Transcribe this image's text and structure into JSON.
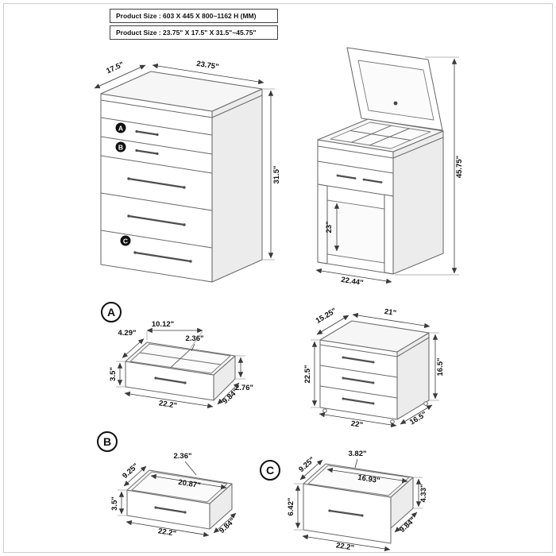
{
  "header": {
    "size_mm": "Product Size : 603 X 445 X 800~1162 H (MM)",
    "size_in": "Product Size : 23.75\" X 17.5\" X 31.5\"~45.75\""
  },
  "chest_view": {
    "depth": "17.5\"",
    "width": "23.75\"",
    "height": "31.5\"",
    "marker_a": "A",
    "marker_b": "B",
    "marker_c": "C"
  },
  "vanity_view": {
    "total_height": "45.75\"",
    "knee_height": "23\"",
    "bottom_width": "22.44\""
  },
  "drawer_a_view": {
    "label": "A",
    "compartment_length": "10.12\"",
    "left_compartment": "4.29\"",
    "divider": "2.36\"",
    "front_height": "3.5\"",
    "side_height": "2.76\"",
    "front_width": "22.2\"",
    "side_depth": "9.84\""
  },
  "cabinet_view": {
    "top_depth": "15.25\"",
    "top_width": "21\"",
    "left_height": "22.5\"",
    "right_height": "16.5\"",
    "bottom_width": "22\"",
    "bottom_depth": "16.5\""
  },
  "drawer_b_view": {
    "label": "B",
    "rim": "2.36\"",
    "inner_depth": "9.25\"",
    "inner_length": "20.87\"",
    "front_height": "3.5\"",
    "front_width": "22.2\"",
    "side_depth": "9.84\""
  },
  "drawer_c_view": {
    "label": "C",
    "rim": "3.82\"",
    "inner_depth": "9.25\"",
    "inner_length": "16.93\"",
    "front_height": "6.42\"",
    "side_height": "4.33\"",
    "front_width": "22.2\"",
    "side_depth": "9.84\""
  }
}
